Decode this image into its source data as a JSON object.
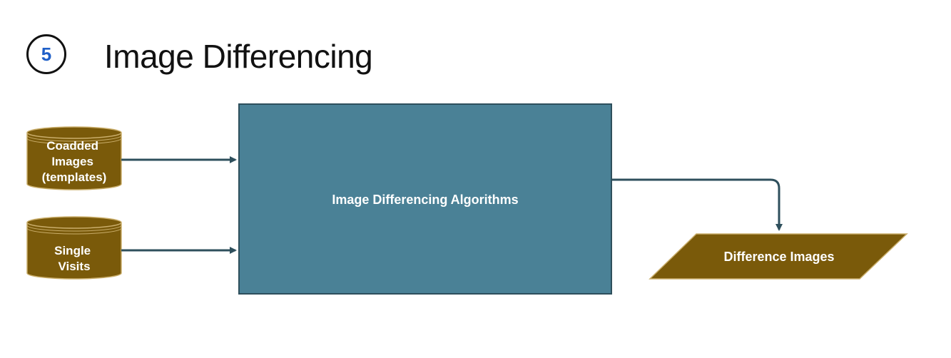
{
  "header": {
    "step_number": "5",
    "title": "Image Differencing"
  },
  "diagram": {
    "inputs": [
      {
        "lines": [
          "Coadded",
          "Images",
          "(templates)"
        ]
      },
      {
        "lines": [
          "Single",
          "Visits"
        ]
      }
    ],
    "process": {
      "label": "Image Differencing Algorithms"
    },
    "output": {
      "label": "Difference Images"
    }
  },
  "colors": {
    "database_fill": "#7a5a0a",
    "process_fill": "#4a8196",
    "arrow": "#2e4f5c",
    "step_number": "#1f5fc8"
  }
}
